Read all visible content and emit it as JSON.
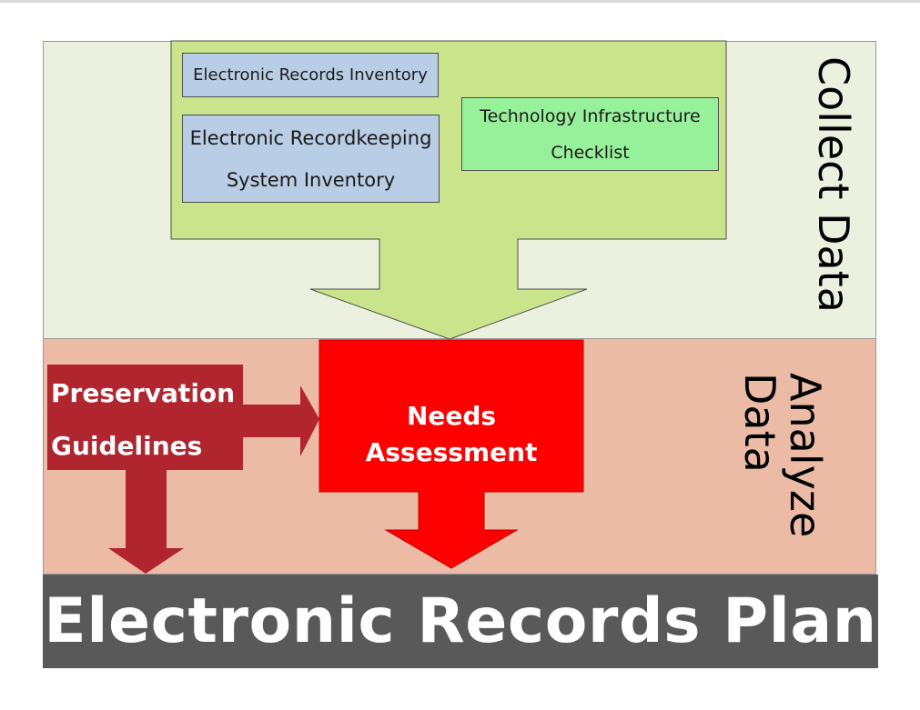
{
  "stages": {
    "collect": {
      "label": "Collect Data"
    },
    "analyze": {
      "label": "Analyze\nData"
    },
    "plan": {
      "label": "Electronic Records Plan"
    }
  },
  "collect_boxes": {
    "inventory": "Electronic Records Inventory",
    "erks": "Electronic Recordkeeping System Inventory",
    "tech": "Technology Infrastructure Checklist"
  },
  "analyze_boxes": {
    "preservation": "Preservation Guidelines",
    "needs": "Needs Assessment"
  },
  "colors": {
    "collect_band": "#ebf1de",
    "collect_arrow": "#c9e48a",
    "inventory_box": "#b9cde5",
    "tech_box": "#97f19b",
    "analyze_band": "#ecbba6",
    "needs_arrow": "#ff0000",
    "preservation_arrow": "#b0252e",
    "plan_band": "#595959"
  }
}
